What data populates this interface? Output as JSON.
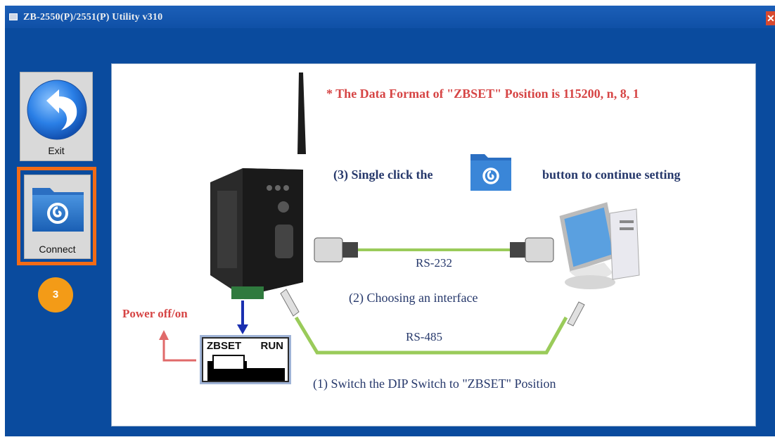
{
  "window": {
    "title": "ZB-2550(P)/2551(P) Utility v310",
    "close_glyph": "✕"
  },
  "sidebar": {
    "exit_label": "Exit",
    "connect_label": "Connect",
    "step_badge": "3"
  },
  "instructions": {
    "data_format": "* The Data Format of \"ZBSET\" Position is 115200, n, 8, 1",
    "step3_prefix": "(3) Single click the",
    "step3_suffix": "button to continue setting",
    "rs232_label": "RS-232",
    "step2": "(2) Choosing an interface",
    "power": "Power off/on",
    "rs485_label": "RS-485",
    "step1": "(1) Switch the DIP Switch to \"ZBSET\" Position",
    "dip_left": "ZBSET",
    "dip_right": "RUN"
  },
  "colors": {
    "window_bg": "#0a4b9e",
    "highlight_frame": "#f36b16",
    "badge": "#f39b17",
    "warning_text": "#d64545",
    "body_text": "#26386b",
    "cable": "#9acb5a"
  },
  "icons": {
    "exit": "undo-arrow-icon",
    "connect": "swirl-folder-icon",
    "close": "close-icon"
  }
}
